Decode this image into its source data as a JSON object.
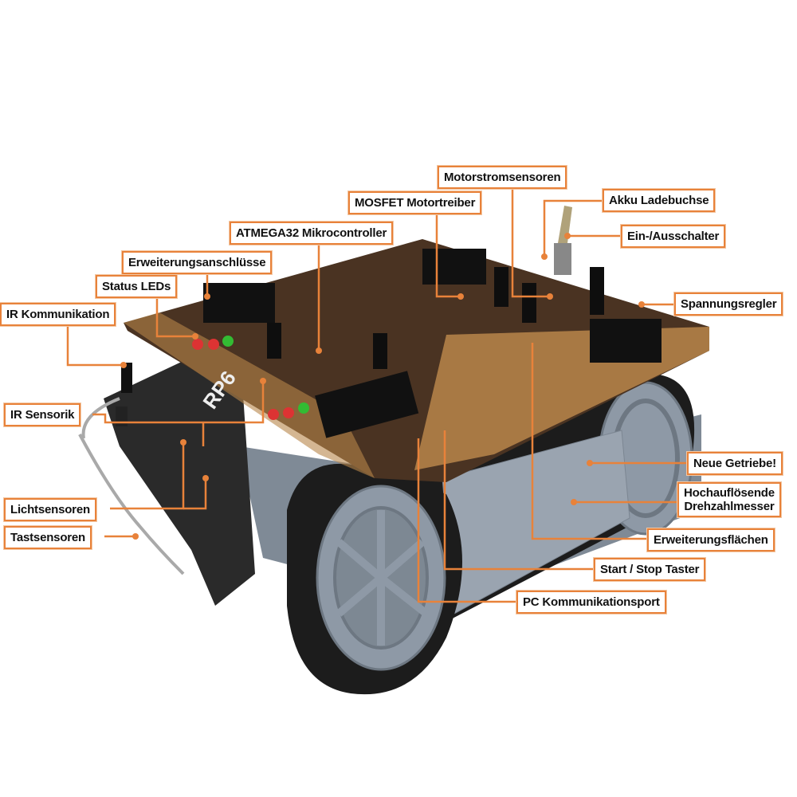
{
  "labels": {
    "motorstromsensoren": "Motorstromsensoren",
    "mosfet": "MOSFET Motortreiber",
    "akku": "Akku Ladebuchse",
    "atmega": "ATMEGA32 Mikrocontroller",
    "schalter": "Ein-/Ausschalter",
    "erweiterungsanschluesse": "Erweiterungsanschlüsse",
    "status_leds": "Status LEDs",
    "ir_kommunikation": "IR Kommunikation",
    "spannungsregler": "Spannungsregler",
    "ir_sensorik": "IR Sensorik",
    "neue_getriebe": "Neue Getriebe!",
    "drehzahlmesser_line1": "Hochauflösende",
    "drehzahlmesser_line2": "Drehzahlmesser",
    "erweiterungsflaechen": "Erweiterungsflächen",
    "start_stop": "Start / Stop Taster",
    "lichtsensoren": "Lichtsensoren",
    "tastsensoren": "Tastsensoren",
    "pc_port": "PC Kommunikationsport"
  },
  "board_logo": "RP6",
  "colors": {
    "callout": "#e8823a",
    "board": "#4a3322",
    "perfboard": "#b8864a",
    "chassis": "#8e99a6",
    "track": "#1c1c1c"
  }
}
